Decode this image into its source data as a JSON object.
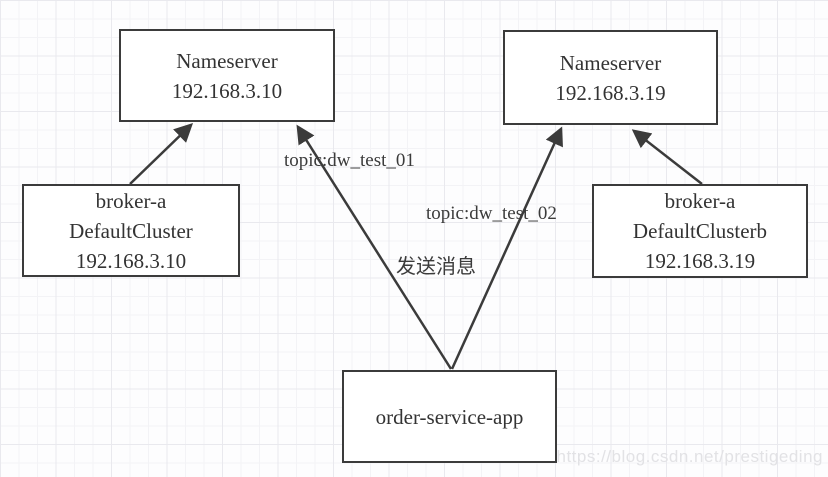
{
  "diagram": {
    "nodes": [
      {
        "id": "nameserver-1",
        "lines": [
          "Nameserver",
          "192.168.3.10"
        ]
      },
      {
        "id": "nameserver-2",
        "lines": [
          "Nameserver",
          "192.168.3.19"
        ]
      },
      {
        "id": "broker-a",
        "lines": [
          "broker-a",
          "DefaultCluster",
          "192.168.3.10"
        ]
      },
      {
        "id": "broker-b",
        "lines": [
          "broker-a",
          "DefaultClusterb",
          "192.168.3.19"
        ]
      },
      {
        "id": "order-service-app",
        "lines": [
          "order-service-app"
        ]
      }
    ],
    "edges": [
      {
        "from": "broker-a",
        "to": "nameserver-1"
      },
      {
        "from": "order-service-app",
        "to": "nameserver-1",
        "label": "topic:dw_test_01"
      },
      {
        "from": "order-service-app",
        "to": "nameserver-2",
        "label": "topic:dw_test_02"
      },
      {
        "from": "broker-b",
        "to": "nameserver-2"
      }
    ],
    "annotations": {
      "send_message": "发送消息"
    }
  },
  "watermark": "https://blog.csdn.net/prestigeding",
  "colors": {
    "stroke": "#3b3b3b",
    "node_border": "#3b3b3b",
    "node_fill": "#ffffff",
    "text": "#333333",
    "grid_minor": "#f3f3f6",
    "grid_major": "#e9e9ee",
    "watermark": "#e2e2e5"
  }
}
